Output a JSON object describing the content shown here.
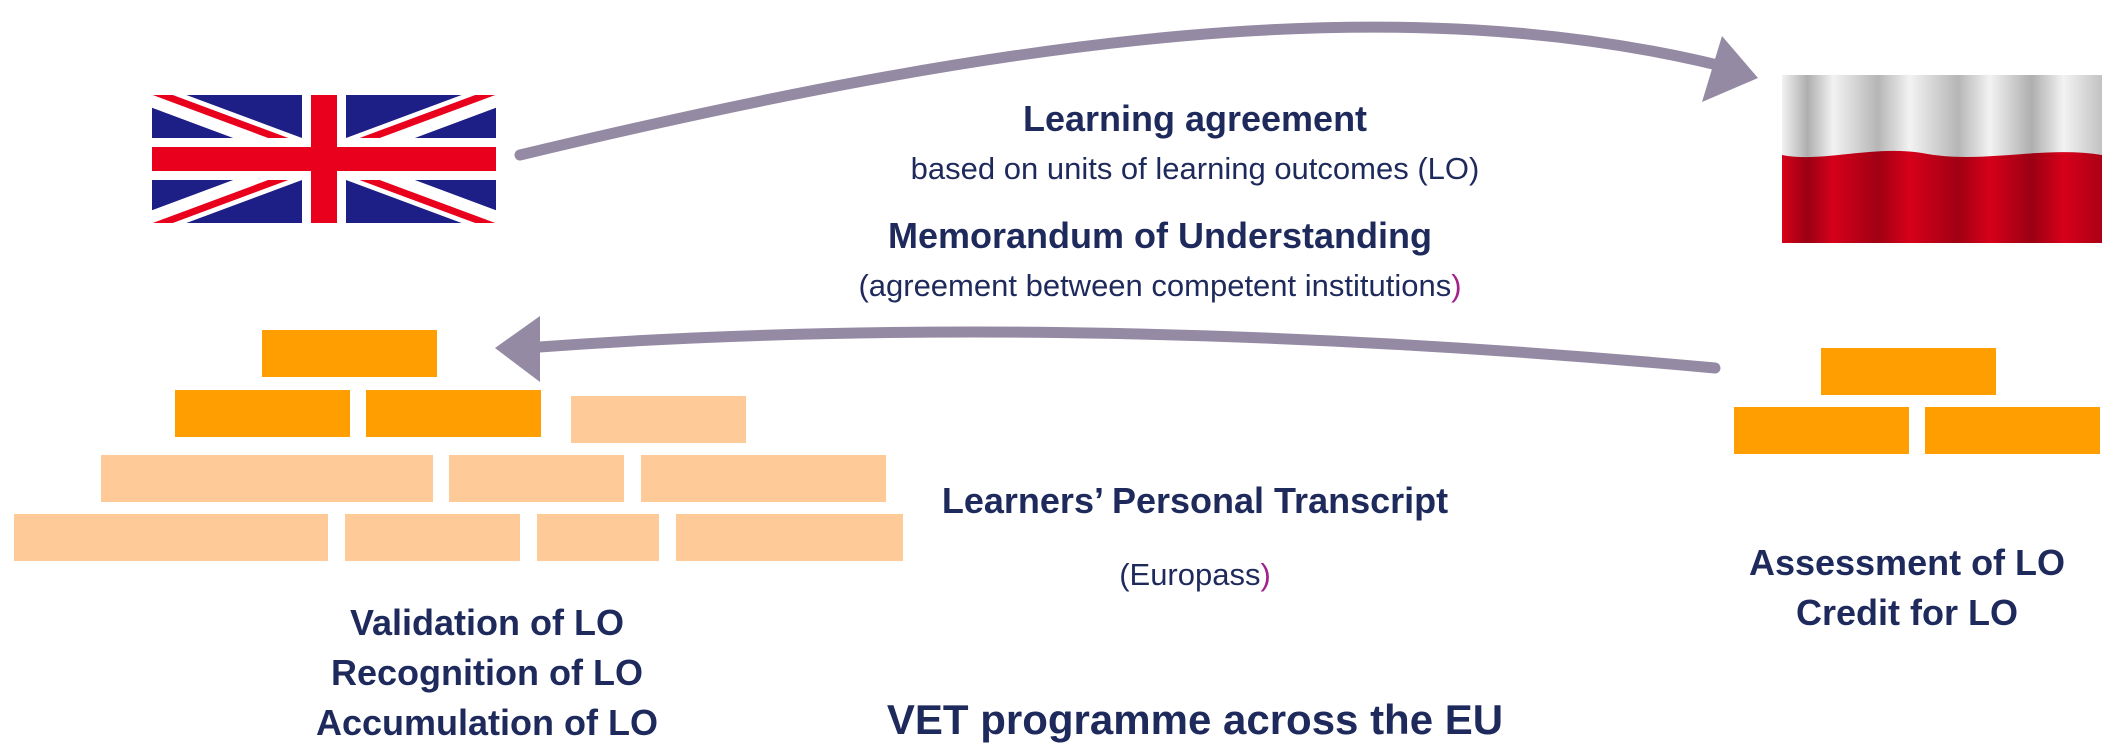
{
  "colors": {
    "text": "#1f2a5c",
    "paren": "#a0228a",
    "arrow": "#958aa3",
    "brick_dark": "#ff9e00",
    "brick_light": "#fdca98",
    "uk_blue": "#1d1e86",
    "uk_red": "#e8001c",
    "pl_white": "#f2f2f2",
    "pl_red": "#d6001a"
  },
  "icons": {
    "left_flag": "uk-flag-icon",
    "right_flag": "poland-flag-icon",
    "top_arrow": "arrow-right-icon",
    "bottom_arrow": "arrow-left-icon"
  },
  "learning_agreement": {
    "title": "Learning agreement",
    "subtitle": "based on units of learning outcomes (LO)"
  },
  "memorandum": {
    "title": "Memorandum of Understanding",
    "subtitle_open": "(",
    "subtitle_body": "agreement between competent institutions",
    "subtitle_close": ")"
  },
  "transcript": {
    "title": "Learners’ Personal Transcript",
    "open": "(",
    "body": "Europass",
    "close": ")"
  },
  "home_outcomes": [
    "Validation of LO",
    "Recognition of LO",
    "Accumulation of LO"
  ],
  "host_outcomes": [
    "Assessment of LO",
    "Credit for LO"
  ],
  "footer": "VET programme across the EU"
}
